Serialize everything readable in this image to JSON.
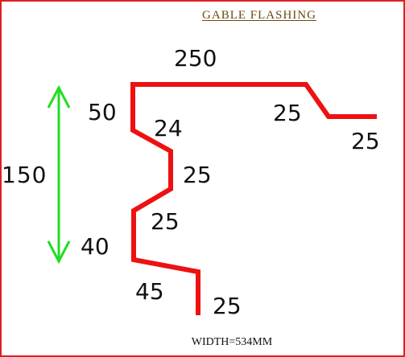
{
  "title": "GABLE FLASHING",
  "width_note": "WIDTH=534MM",
  "dimensions": {
    "top": "250",
    "drip_slope": "25",
    "drip_end": "25",
    "upper_vertical": "50",
    "diag_upper": "24",
    "mid_vertical": "25",
    "diag_lower": "25",
    "lower_vertical": "40",
    "bottom": "45",
    "tail": "25",
    "overall_height": "150"
  },
  "colors": {
    "profile": "#ee1111",
    "arrow": "#22dd22",
    "title": "#6b4a10",
    "border": "#e02020",
    "text": "#111111"
  }
}
